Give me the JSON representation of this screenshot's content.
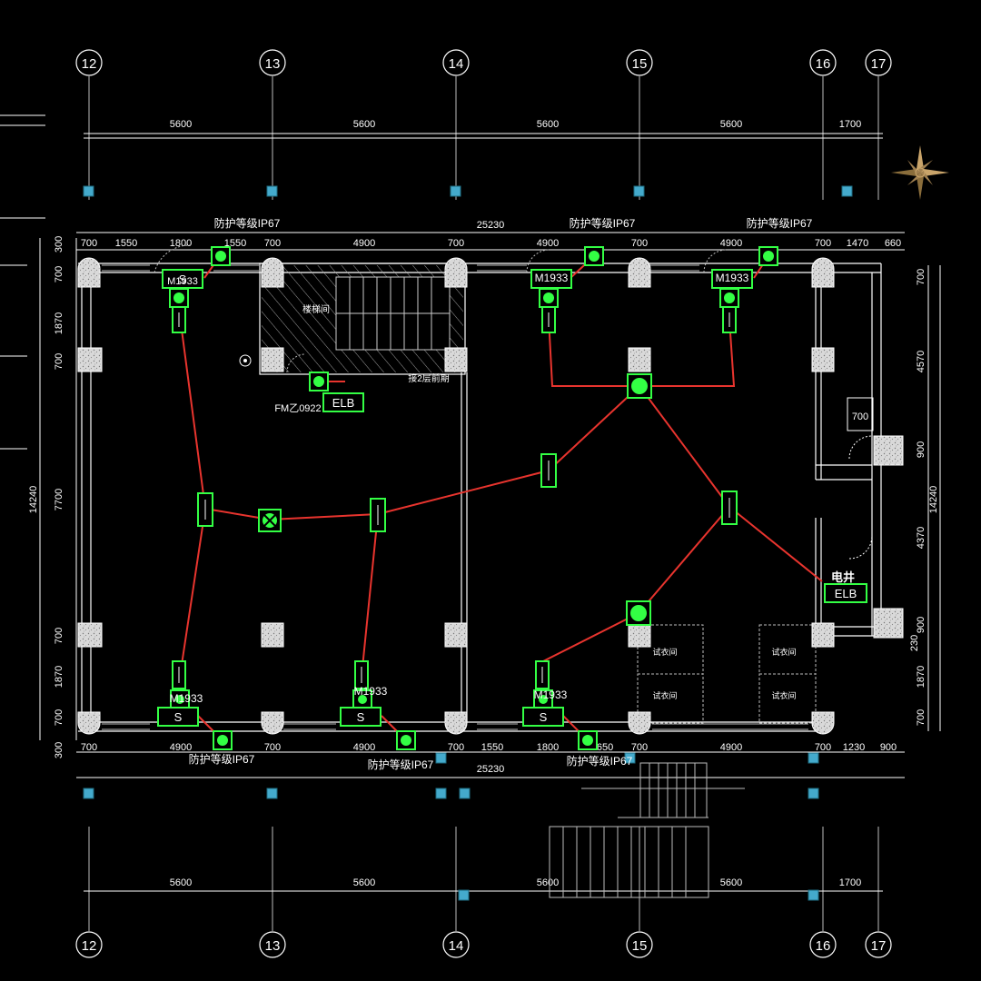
{
  "axes": {
    "labels": [
      "12",
      "13",
      "14",
      "15",
      "16",
      "17"
    ]
  },
  "dimensions": {
    "top_spans": [
      "5600",
      "5600",
      "5600",
      "5600",
      "1700"
    ],
    "bottom_spans": [
      "5600",
      "5600",
      "5600",
      "5600",
      "1700"
    ],
    "total_width_top": "25230",
    "total_width_bottom": "25230",
    "upper_wall_segments": [
      "700",
      "1550",
      "1800",
      "1550",
      "700",
      "4900",
      "700",
      "4900",
      "700",
      "4900",
      "700",
      "1470",
      "660"
    ],
    "lower_wall_segments": [
      "700",
      "4900",
      "700",
      "4900",
      "700",
      "1550",
      "1800",
      "1650",
      "700",
      "4900",
      "700",
      "1230",
      "900"
    ],
    "left_vertical": [
      "300",
      "700",
      "1870",
      "700",
      "7700",
      "700",
      "1870",
      "700",
      "300"
    ],
    "left_total": "14240",
    "right_vertical": [
      "700",
      "4570",
      "900",
      "4370",
      "900",
      "230",
      "1870",
      "700"
    ],
    "right_total": "14240",
    "shaft_width": "700"
  },
  "labels": {
    "protection_top_1": "防护等级IP67",
    "protection_top_2": "防护等级IP67",
    "protection_top_3": "防护等级IP67",
    "protection_bottom_1": "防护等级IP67",
    "protection_bottom_2": "防护等级IP67",
    "protection_bottom_3": "防护等级IP67",
    "door_top_1": "M1933",
    "door_top_2": "M1933",
    "door_bottom_1": "M1933",
    "door_bottom_2": "M1933",
    "door_bottom_3": "M1933",
    "fire_door": "FM乙0922",
    "stair_label": "楼梯间",
    "stair_up": "接2层前期",
    "elec_shaft": "电井",
    "elb_1": "ELB",
    "elb_2": "ELB",
    "switch_s": "S",
    "room_1": "试衣间",
    "room_2": "试衣间",
    "room_3": "试衣间",
    "room_4": "试衣间"
  },
  "colors": {
    "background": "#000000",
    "wires": "#e8342e",
    "fixtures": "#33ff44",
    "columns": "#e6e6e6",
    "axis_markers": "#44aacc"
  },
  "icons": [
    "compass-icon",
    "fire-alarm-icon"
  ]
}
